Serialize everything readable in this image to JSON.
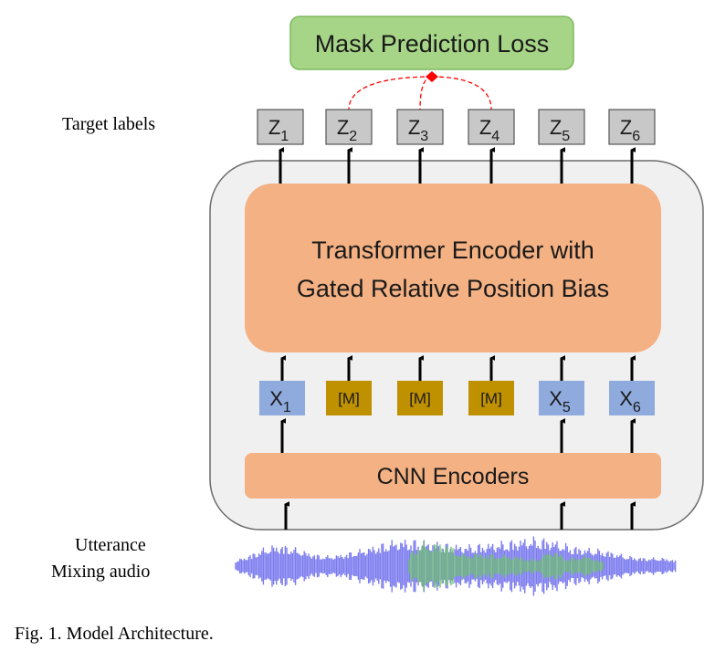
{
  "loss_box": {
    "label": "Mask Prediction Loss",
    "fill": "#a6d587",
    "stroke": "#7fba5c"
  },
  "target_labels": {
    "caption": "Target labels",
    "fill": "#c8c8c8",
    "items": [
      {
        "base": "Z",
        "sub": "1"
      },
      {
        "base": "Z",
        "sub": "2"
      },
      {
        "base": "Z",
        "sub": "3"
      },
      {
        "base": "Z",
        "sub": "4"
      },
      {
        "base": "Z",
        "sub": "5"
      },
      {
        "base": "Z",
        "sub": "6"
      }
    ]
  },
  "transformer": {
    "line1": "Transformer Encoder with",
    "line2": "Gated Relative Position Bias",
    "fill": "#f4b183"
  },
  "inputs": [
    {
      "kind": "feature",
      "base": "X",
      "sub": "1"
    },
    {
      "kind": "mask",
      "base": "[M]",
      "sub": ""
    },
    {
      "kind": "mask",
      "base": "[M]",
      "sub": ""
    },
    {
      "kind": "mask",
      "base": "[M]",
      "sub": ""
    },
    {
      "kind": "feature",
      "base": "X",
      "sub": "5"
    },
    {
      "kind": "feature",
      "base": "X",
      "sub": "6"
    }
  ],
  "colors": {
    "feature": "#8faadc",
    "mask": "#bf9000",
    "container": "#f0f0f0",
    "loss_connector": "#ff0000",
    "wave_primary": "#7b7bef",
    "wave_secondary": "#70c270"
  },
  "cnn": {
    "label": "CNN Encoders",
    "fill": "#f4b183"
  },
  "audio": {
    "line1": "Utterance",
    "line2": "Mixing  audio"
  },
  "caption": "Fig. 1.  Model Architecture."
}
